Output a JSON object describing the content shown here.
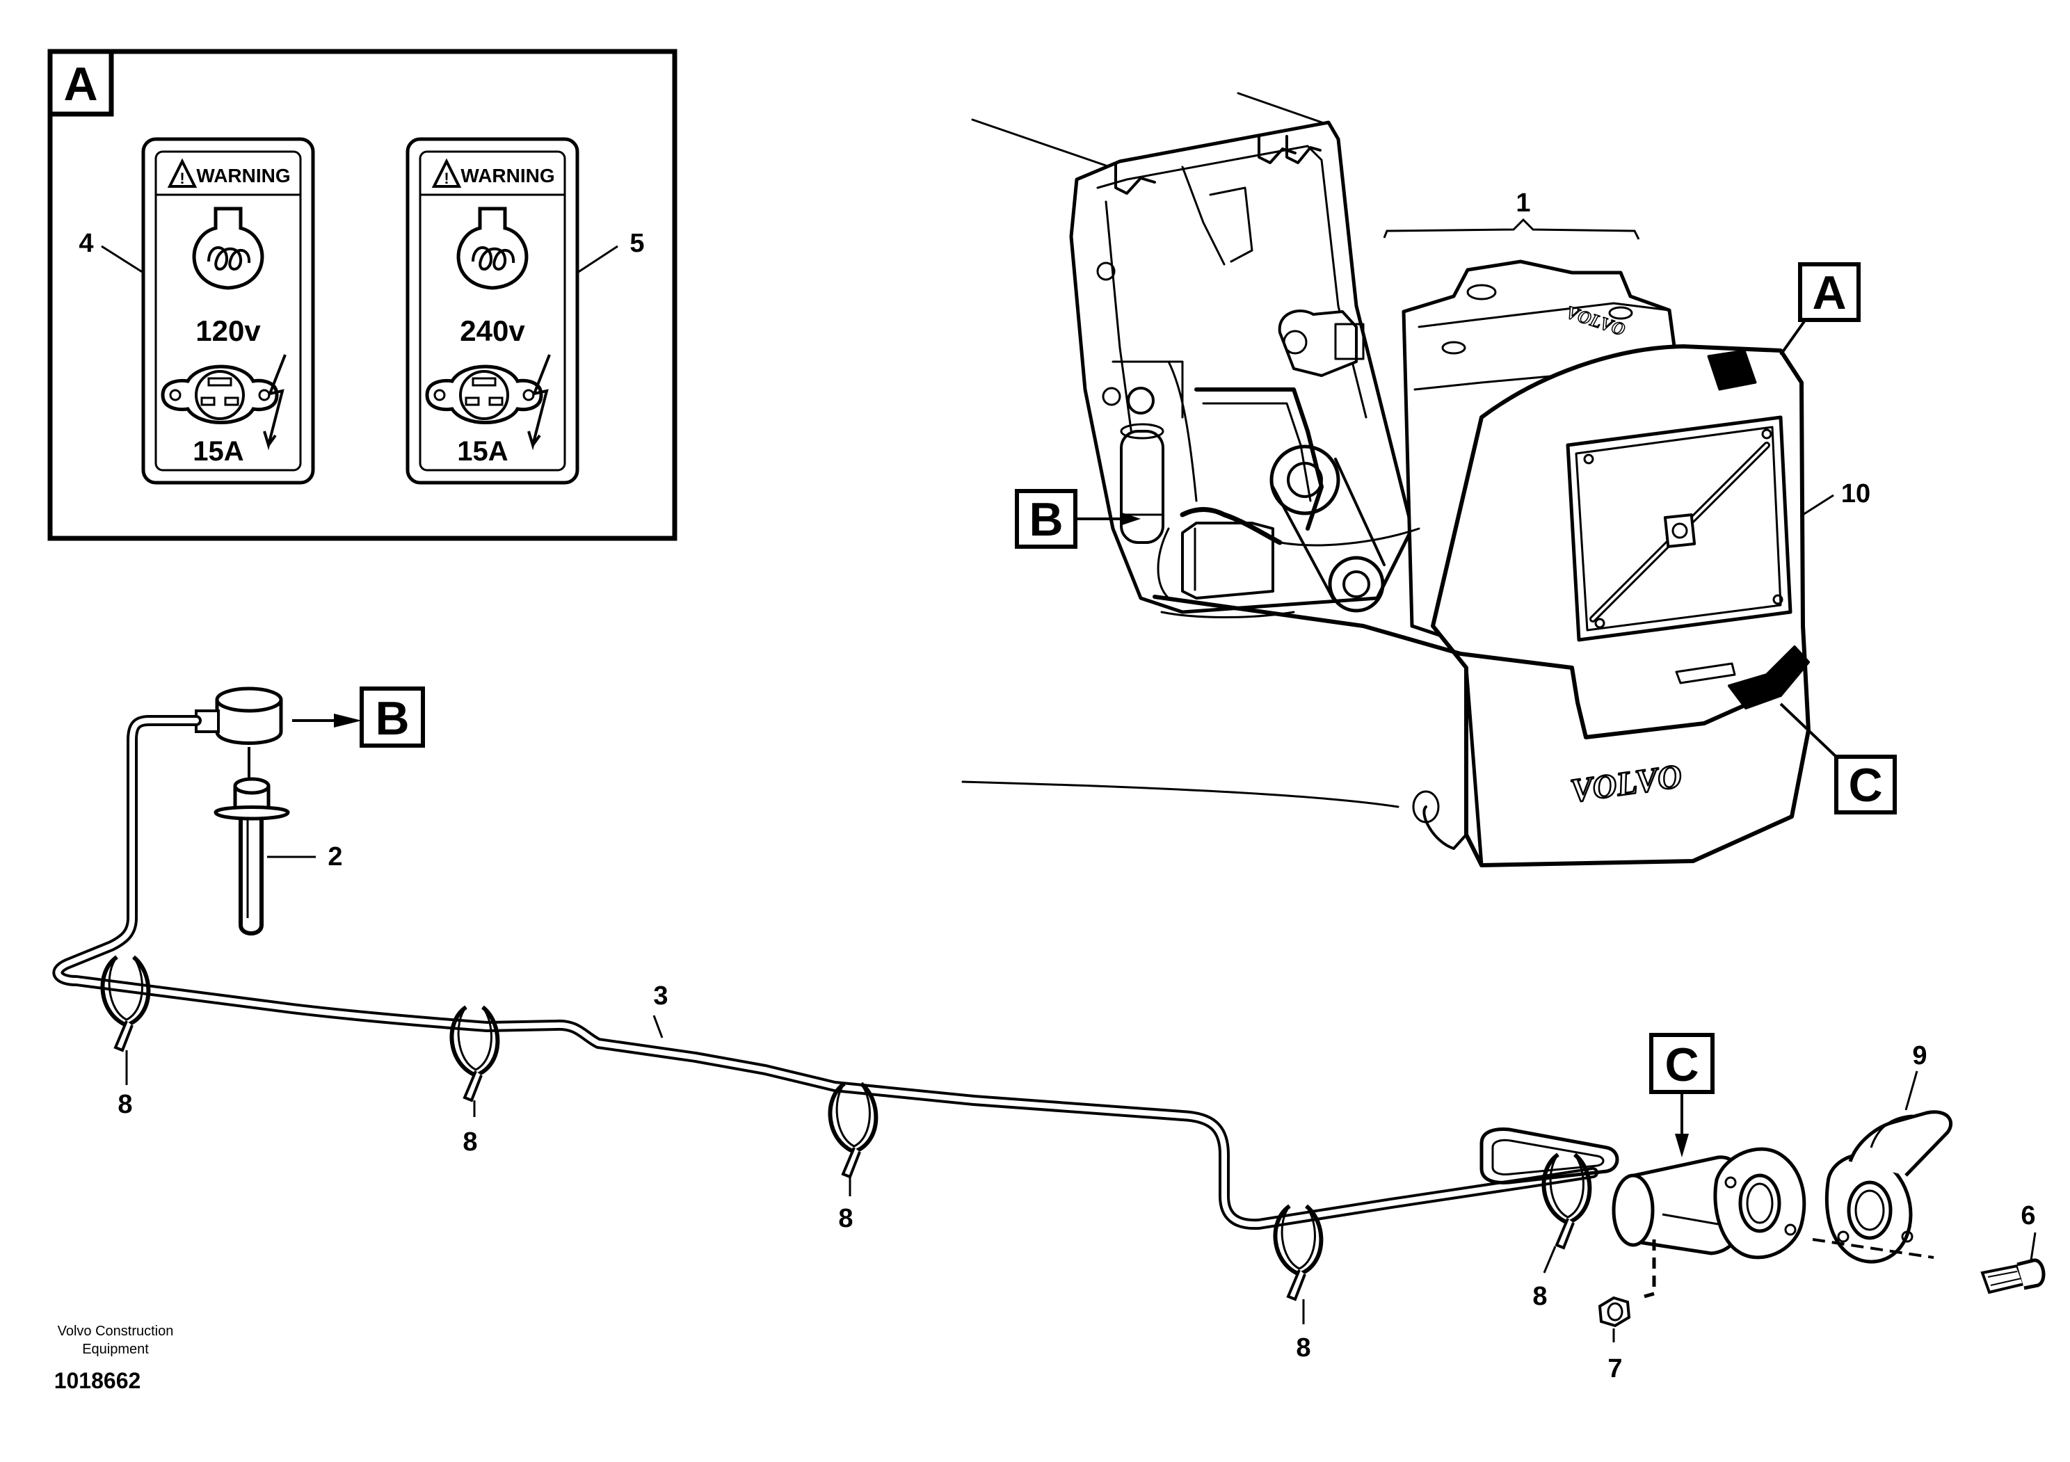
{
  "detail_a": {
    "letter": "A",
    "label_left": {
      "warning": "WARNING",
      "voltage": "120v",
      "current": "15A"
    },
    "label_right": {
      "warning": "WARNING",
      "voltage": "240v",
      "current": "15A"
    },
    "callout_left": "4",
    "callout_right": "5"
  },
  "machine_view": {
    "callout_engine": "1",
    "callout_panel": "10",
    "marker_a": "A",
    "marker_b": "B",
    "marker_c": "C",
    "brand_text": "VOLVO"
  },
  "parts": {
    "marker_b": "B",
    "marker_c": "C",
    "callout_heater": "2",
    "callout_cable": "3",
    "callout_clips": [
      "8",
      "8",
      "8",
      "8",
      "8"
    ],
    "callout_bolt": "6",
    "callout_nut": "7",
    "callout_cap": "9"
  },
  "footer": {
    "company_line1": "Volvo Construction",
    "company_line2": "Equipment",
    "drawing_number": "1018662"
  }
}
